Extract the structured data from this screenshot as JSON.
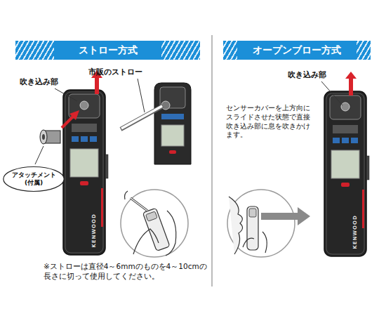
{
  "diagram": {
    "nodes": [
      {
        "text": [
          "ストロー方式"
        ]
      },
      {
        "text": [
          "オープンブロー方式"
        ]
      },
      {
        "text": [
          "アタッチメント (付属)"
        ]
      }
    ],
    "labels": [
      "吹き込み部",
      "市販のストロー",
      "※ストローは直径4～6mmのものを4～10cmの 長さに切って使用してください。",
      "吹き込み部",
      "センサーカバーを上方向に スライドさせた状態で直接 吹き込み部に息を吹きかけ ます。",
      "KENWOOD",
      "KENWOOD"
    ]
  }
}
